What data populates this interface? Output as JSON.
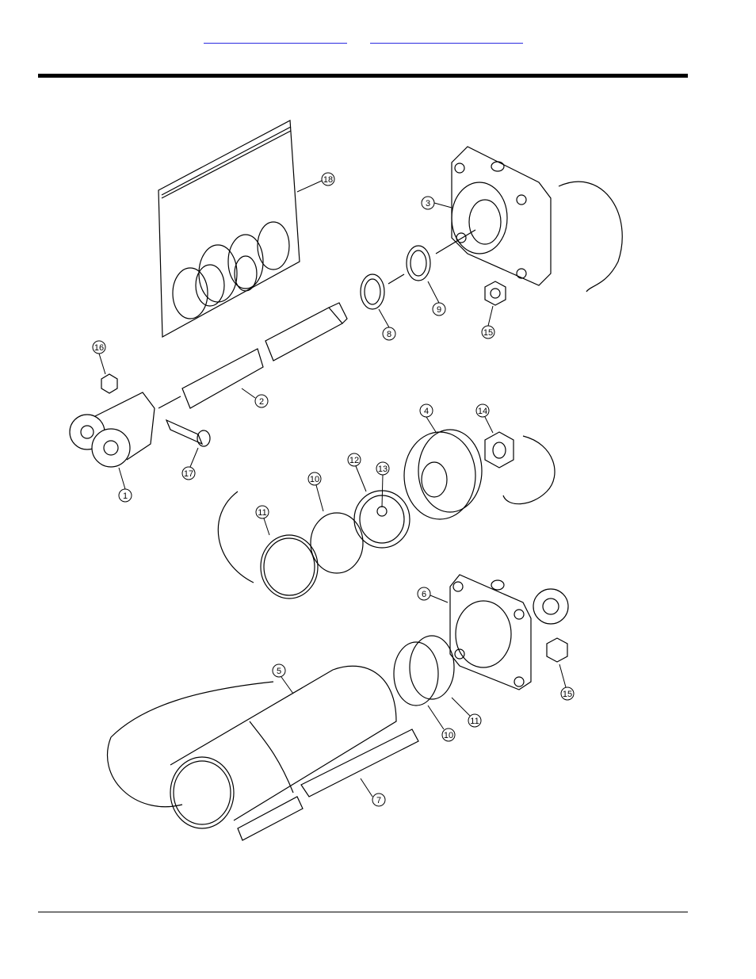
{
  "header": {
    "link_a": "",
    "link_b": ""
  },
  "diagram": {
    "callouts": [
      "1",
      "2",
      "3",
      "4",
      "5",
      "6",
      "7",
      "8",
      "9",
      "10",
      "10",
      "11",
      "11",
      "12",
      "13",
      "14",
      "15",
      "15",
      "16",
      "17",
      "18"
    ]
  }
}
